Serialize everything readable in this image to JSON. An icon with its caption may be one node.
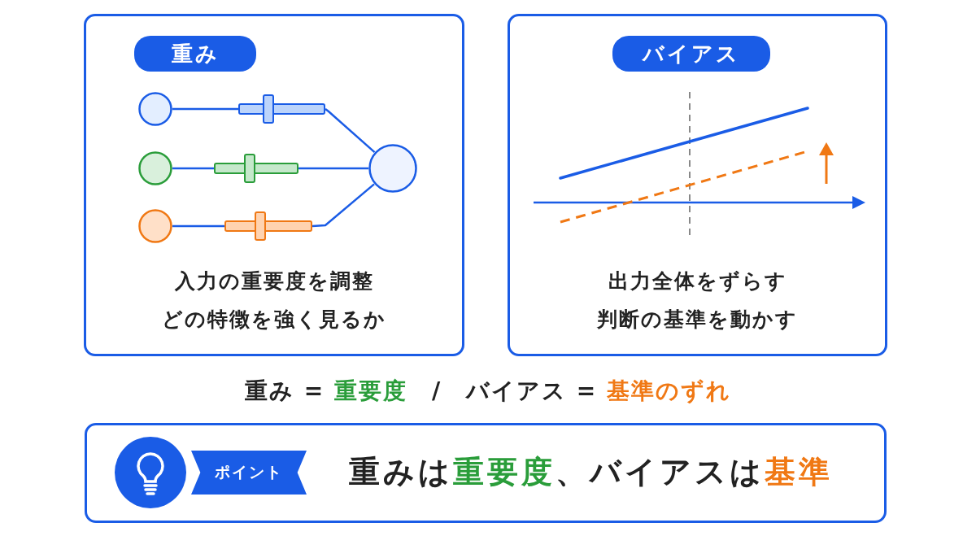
{
  "diagram": {
    "nodes": [
      {
        "text": [
          "入力の重要度を調整",
          "どの特徴を強く見るか"
        ]
      },
      {
        "text": [
          "重み"
        ],
        "in": 0
      },
      {
        "text": [],
        "shape": "circle",
        "in": 0
      },
      {
        "text": [],
        "shape": "circle",
        "in": 0
      },
      {
        "text": [],
        "shape": "circle",
        "in": 0
      },
      {
        "text": [],
        "shape": "bar",
        "in": 0
      },
      {
        "text": [],
        "shape": "bar",
        "in": 0
      },
      {
        "text": [],
        "shape": "bar",
        "in": 0
      },
      {
        "text": [],
        "shape": "circle",
        "in": 0
      },
      {
        "text": [
          "出力全体をずらす",
          "判断の基準を動かす"
        ]
      },
      {
        "text": [
          "バイアス"
        ],
        "in": 9
      },
      {
        "text": [
          "重みは**重要度**、バイアスは**基準**"
        ]
      },
      {
        "text": [
          "ポイント"
        ],
        "in": 11
      }
    ],
    "edges": [
      {
        "from": 2,
        "to": 5,
        "arrow": "none"
      },
      {
        "from": 3,
        "to": 6,
        "arrow": "none"
      },
      {
        "from": 4,
        "to": 7,
        "arrow": "none"
      },
      {
        "from": 5,
        "to": 8,
        "arrow": "none"
      },
      {
        "from": 6,
        "to": 8,
        "arrow": "none"
      },
      {
        "from": 7,
        "to": 8,
        "arrow": "none"
      }
    ],
    "labels": [
      "重み = **重要度**　/　バイアス = **基準のずれ**"
    ]
  }
}
